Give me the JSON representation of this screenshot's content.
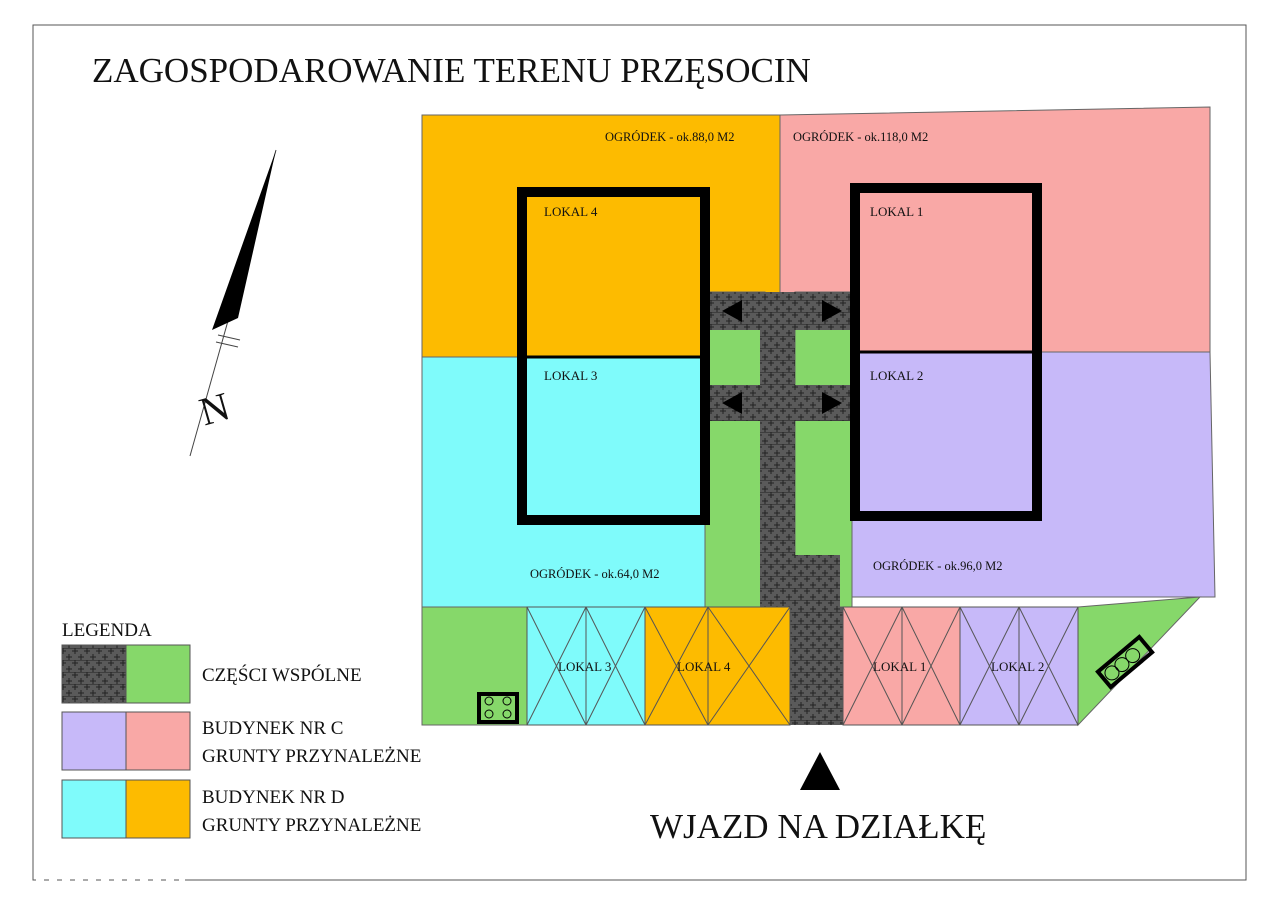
{
  "title": "ZAGOSPODAROWANIE TERENU PRZĘSOCIN",
  "compass": {
    "letter": "N",
    "icon": "north-arrow-icon"
  },
  "gardens": [
    {
      "label": "OGRÓDEK  - ok.88,0 M2"
    },
    {
      "label": "OGRÓDEK  - ok.118,0 M2"
    },
    {
      "label": "OGRÓDEK  - ok.64,0 M2"
    },
    {
      "label": "OGRÓDEK  - ok.96,0 M2"
    }
  ],
  "units": {
    "lokal1": "LOKAL 1",
    "lokal2": "LOKAL 2",
    "lokal3": "LOKAL 3",
    "lokal4": "LOKAL 4"
  },
  "garages": [
    "LOKAL 3",
    "LOKAL 4",
    "LOKAL 1",
    "LOKAL 2"
  ],
  "legend": {
    "title": "LEGENDA",
    "items": [
      {
        "line1": "CZĘŚCI WSPÓLNE",
        "line2": ""
      },
      {
        "line1": "BUDYNEK NR C",
        "line2": "GRUNTY PRZYNALEŻNE"
      },
      {
        "line1": "BUDYNEK NR D",
        "line2": "GRUNTY PRZYNALEŻNE"
      }
    ]
  },
  "entrance": "WJAZD NA DZIAŁKĘ",
  "colors": {
    "orange": "#FDBB00",
    "pink": "#F9A8A6",
    "cyan": "#7FFBFB",
    "purple": "#C7B9F9",
    "green": "#86D86A",
    "paving": "#555555"
  }
}
